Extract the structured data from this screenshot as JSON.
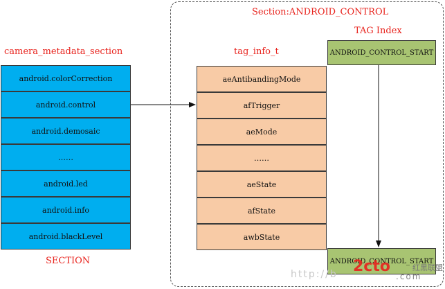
{
  "section_title": "Section:ANDROID_CONTROL",
  "tag_index_title": "TAG Index",
  "left_title": "camera_metadata_section",
  "middle_title": "tag_info_t",
  "left_footer": "SECTION",
  "sections": [
    "android.colorCorrection",
    "android.control",
    "android.demosaic",
    "……",
    "android.led",
    "android.info",
    "android.blackLevel"
  ],
  "tags": [
    "aeAntibandingMode",
    "afTrigger",
    "aeMode",
    "……",
    "aeState",
    "afState",
    "awbState"
  ],
  "tag_index": {
    "start": "ANDROID_CONTROL_START",
    "end": "ANDROID_CONTROL_START"
  },
  "watermark": {
    "url": "http://b",
    "logo": "2cto",
    "site": ".com",
    "brand": "红黑联盟"
  },
  "colors": {
    "section_fill": "#00aeef",
    "tag_fill": "#f8cba6",
    "index_fill": "#a8c472",
    "title_red": "#e8231d"
  }
}
